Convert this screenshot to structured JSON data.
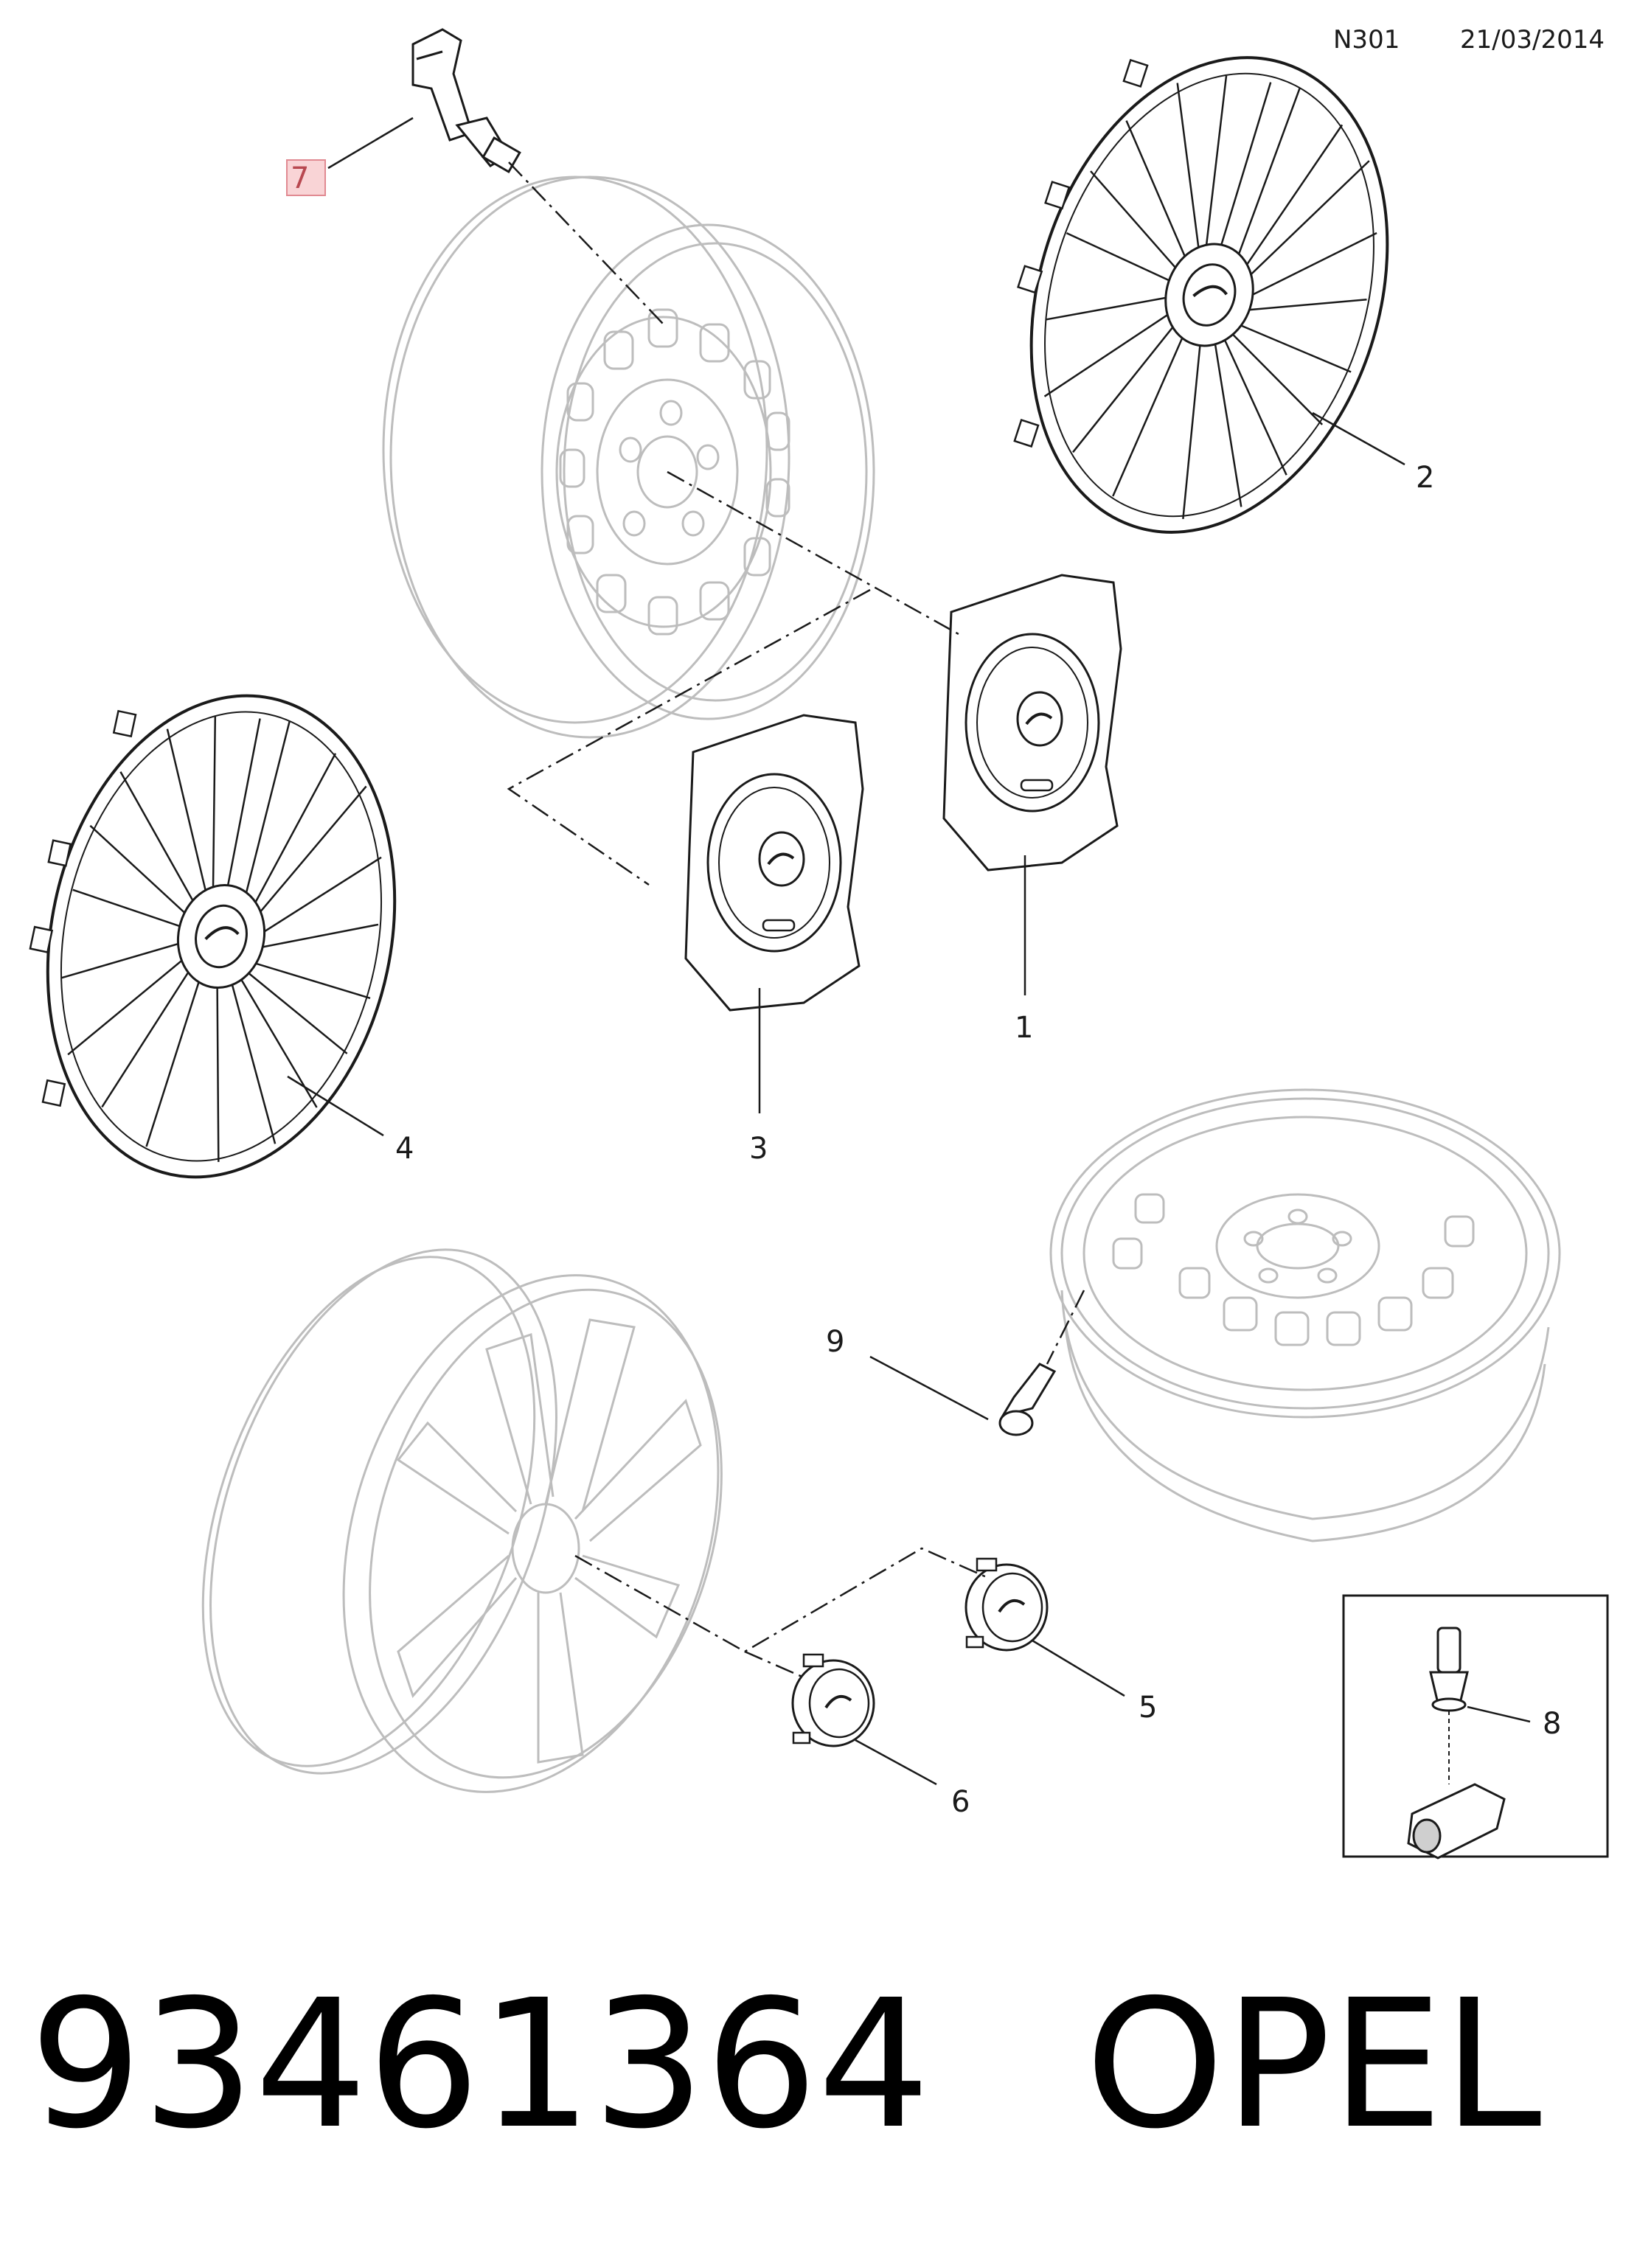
{
  "header": {
    "code": "N301",
    "date": "21/03/2014"
  },
  "callouts": [
    "1",
    "2",
    "3",
    "4",
    "5",
    "6",
    "7",
    "8",
    "9"
  ],
  "footer": {
    "part_number": "93461364",
    "brand": "OPEL"
  },
  "colors": {
    "line_dark": "#1a1a1a",
    "line_light": "#bdbdbd",
    "highlight_fill": "#f9d4d6",
    "highlight_border": "#e18a92"
  }
}
